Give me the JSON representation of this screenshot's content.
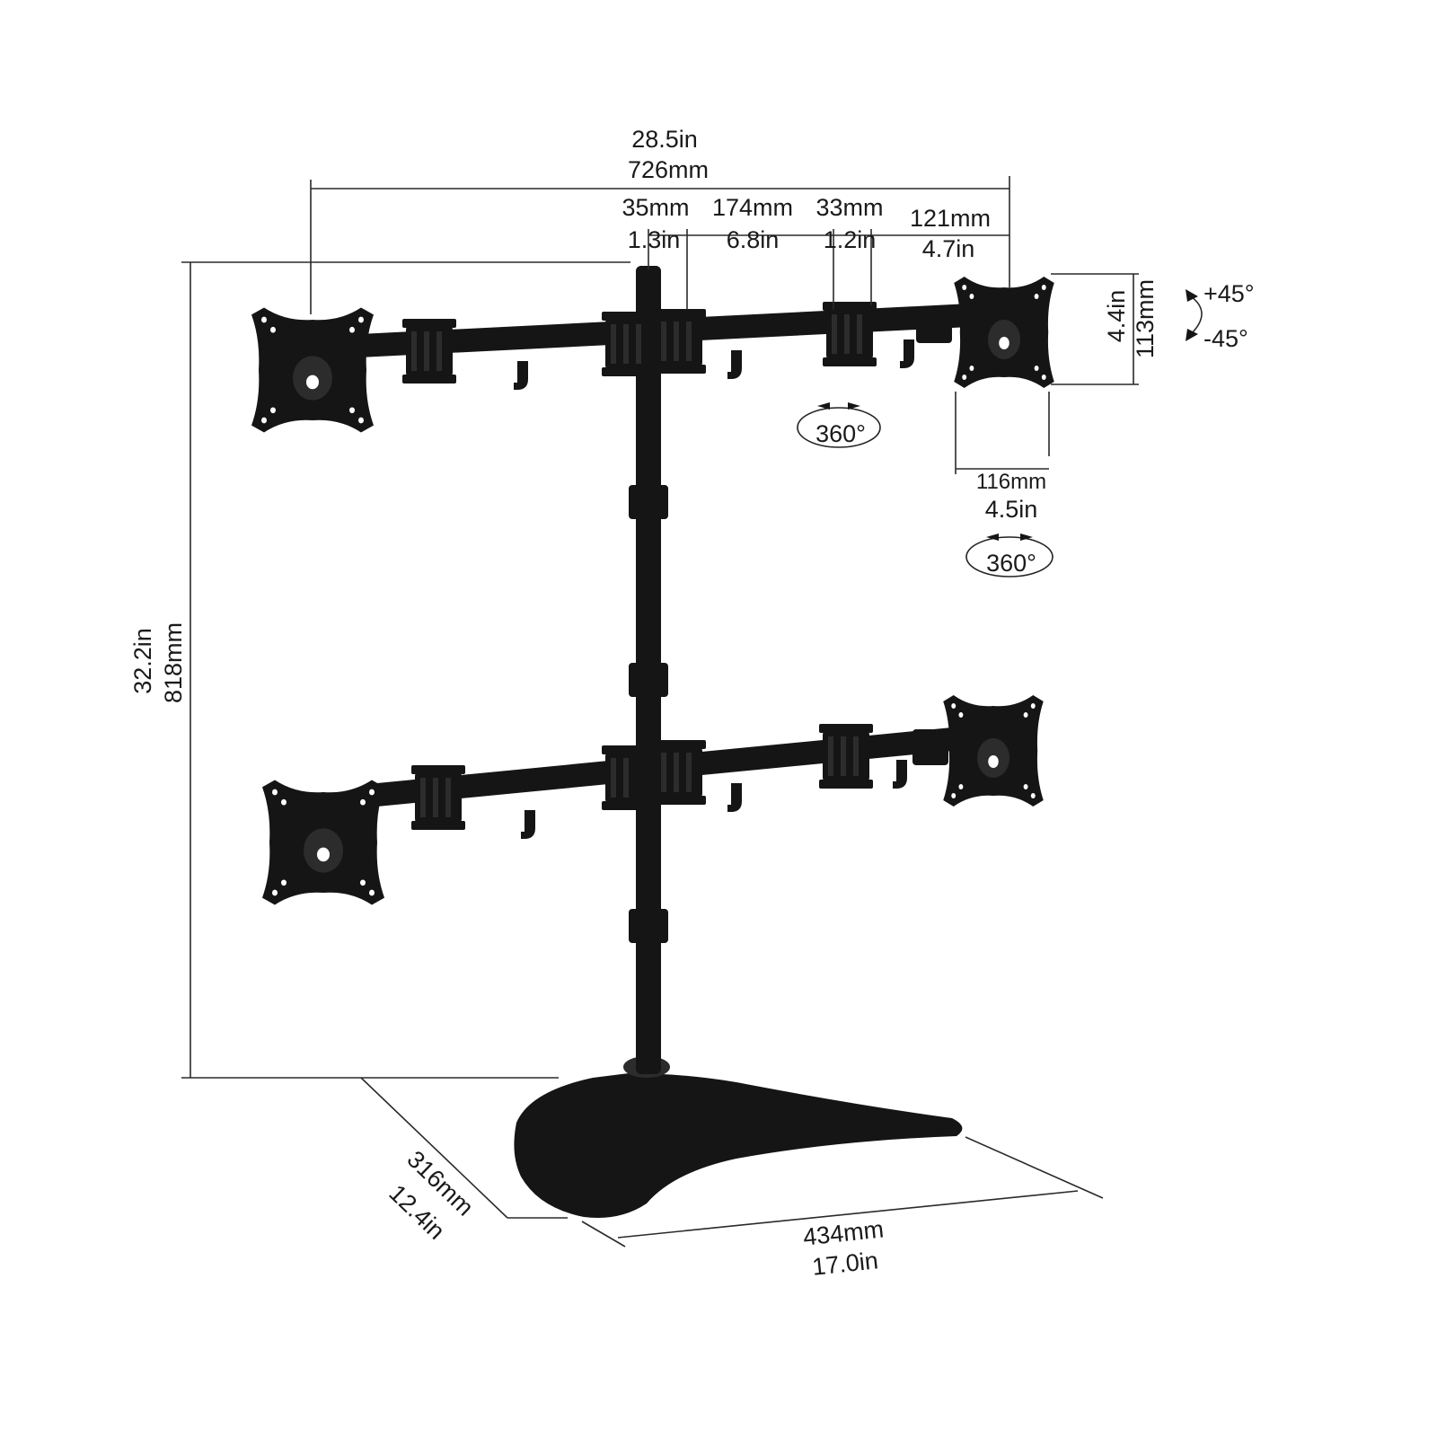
{
  "dimensions": {
    "overall_width": {
      "in": "28.5in",
      "mm": "726mm"
    },
    "seg_a": {
      "mm": "35mm",
      "in": "1.3in"
    },
    "seg_b": {
      "mm": "174mm",
      "in": "6.8in"
    },
    "seg_c": {
      "mm": "33mm",
      "in": "1.2in"
    },
    "seg_d": {
      "mm": "121mm",
      "in": "4.7in"
    },
    "vesa_height": {
      "in": "4.4in",
      "mm": "113mm"
    },
    "vesa_width": {
      "mm": "116mm",
      "in": "4.5in"
    },
    "total_height": {
      "in": "32.2in",
      "mm": "818mm"
    },
    "base_depth": {
      "mm": "316mm",
      "in": "12.4in"
    },
    "base_width": {
      "mm": "434mm",
      "in": "17.0in"
    }
  },
  "rotation": {
    "tilt_up": "+45°",
    "tilt_down": "-45°",
    "swivel_top": "360°",
    "swivel_side": "360°"
  },
  "colors": {
    "product": "#151515",
    "lines": "#2a2a2a",
    "background": "#ffffff"
  }
}
